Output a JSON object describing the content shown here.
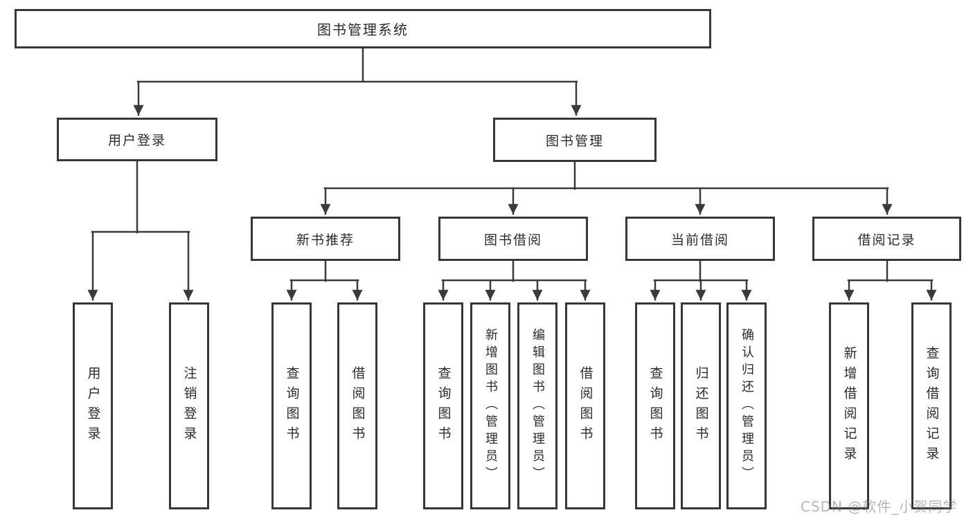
{
  "tree": {
    "root": {
      "label": "图书管理系统",
      "children": [
        {
          "label": "用户登录",
          "children": [
            {
              "label": "用户登录"
            },
            {
              "label": "注销登录"
            }
          ]
        },
        {
          "label": "图书管理",
          "children": [
            {
              "label": "新书推荐",
              "children": [
                {
                  "label": "查询图书"
                },
                {
                  "label": "借阅图书"
                }
              ]
            },
            {
              "label": "图书借阅",
              "children": [
                {
                  "label": "查询图书"
                },
                {
                  "label": "新增图书（管理员）"
                },
                {
                  "label": "编辑图书（管理员）"
                },
                {
                  "label": "借阅图书"
                }
              ]
            },
            {
              "label": "当前借阅",
              "children": [
                {
                  "label": "查询图书"
                },
                {
                  "label": "归还图书"
                },
                {
                  "label": "确认归还（管理员）"
                }
              ]
            },
            {
              "label": "借阅记录",
              "children": [
                {
                  "label": "新增借阅记录"
                },
                {
                  "label": "查询借阅记录"
                }
              ]
            }
          ]
        }
      ]
    }
  },
  "watermark": "CSDN @软件_小贺同学",
  "colors": {
    "line": "#3a3a3a",
    "border": "#373737",
    "text": "#2b2b2b",
    "background": "#ffffff",
    "watermark_gray": "#8f8f8f"
  }
}
